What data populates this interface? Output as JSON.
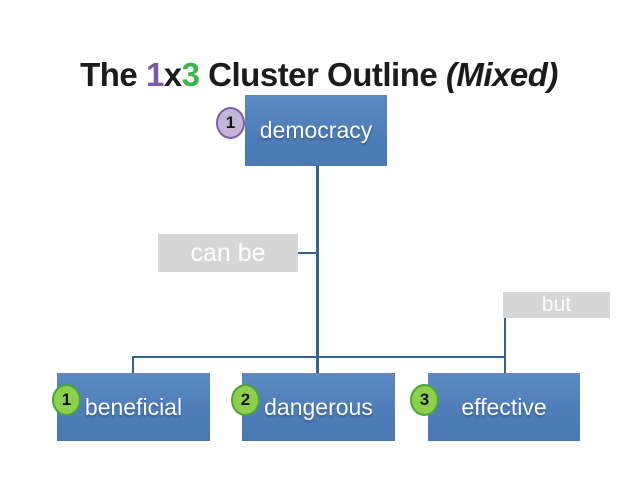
{
  "slide": {
    "title": {
      "t_the": "The ",
      "t_num1": "1",
      "t_x": "x",
      "t_num3": "3",
      "t_middle": " Cluster Outline ",
      "t_mixed": "(Mixed)"
    },
    "root": {
      "badge": "1",
      "label": "democracy"
    },
    "connector_labels": {
      "can_be": "can be",
      "but": "but"
    },
    "children": [
      {
        "badge": "1",
        "label": "beneficial"
      },
      {
        "badge": "2",
        "label": "dangerous"
      },
      {
        "badge": "3",
        "label": "effective"
      }
    ],
    "colors": {
      "node_blue": "#4f81bd",
      "connector_blue": "#35618f",
      "label_gray": "#d6d6d6",
      "label_text": "#ffffff",
      "badge_purple_fill": "#c3b5d8",
      "badge_purple_border": "#7c5ea6",
      "badge_green_fill": "#8dd04f",
      "badge_green_border": "#4ca339",
      "title_accent_purple": "#7b5ba5",
      "title_accent_green": "#3bb54a",
      "title_text": "#1b1b1b"
    }
  }
}
